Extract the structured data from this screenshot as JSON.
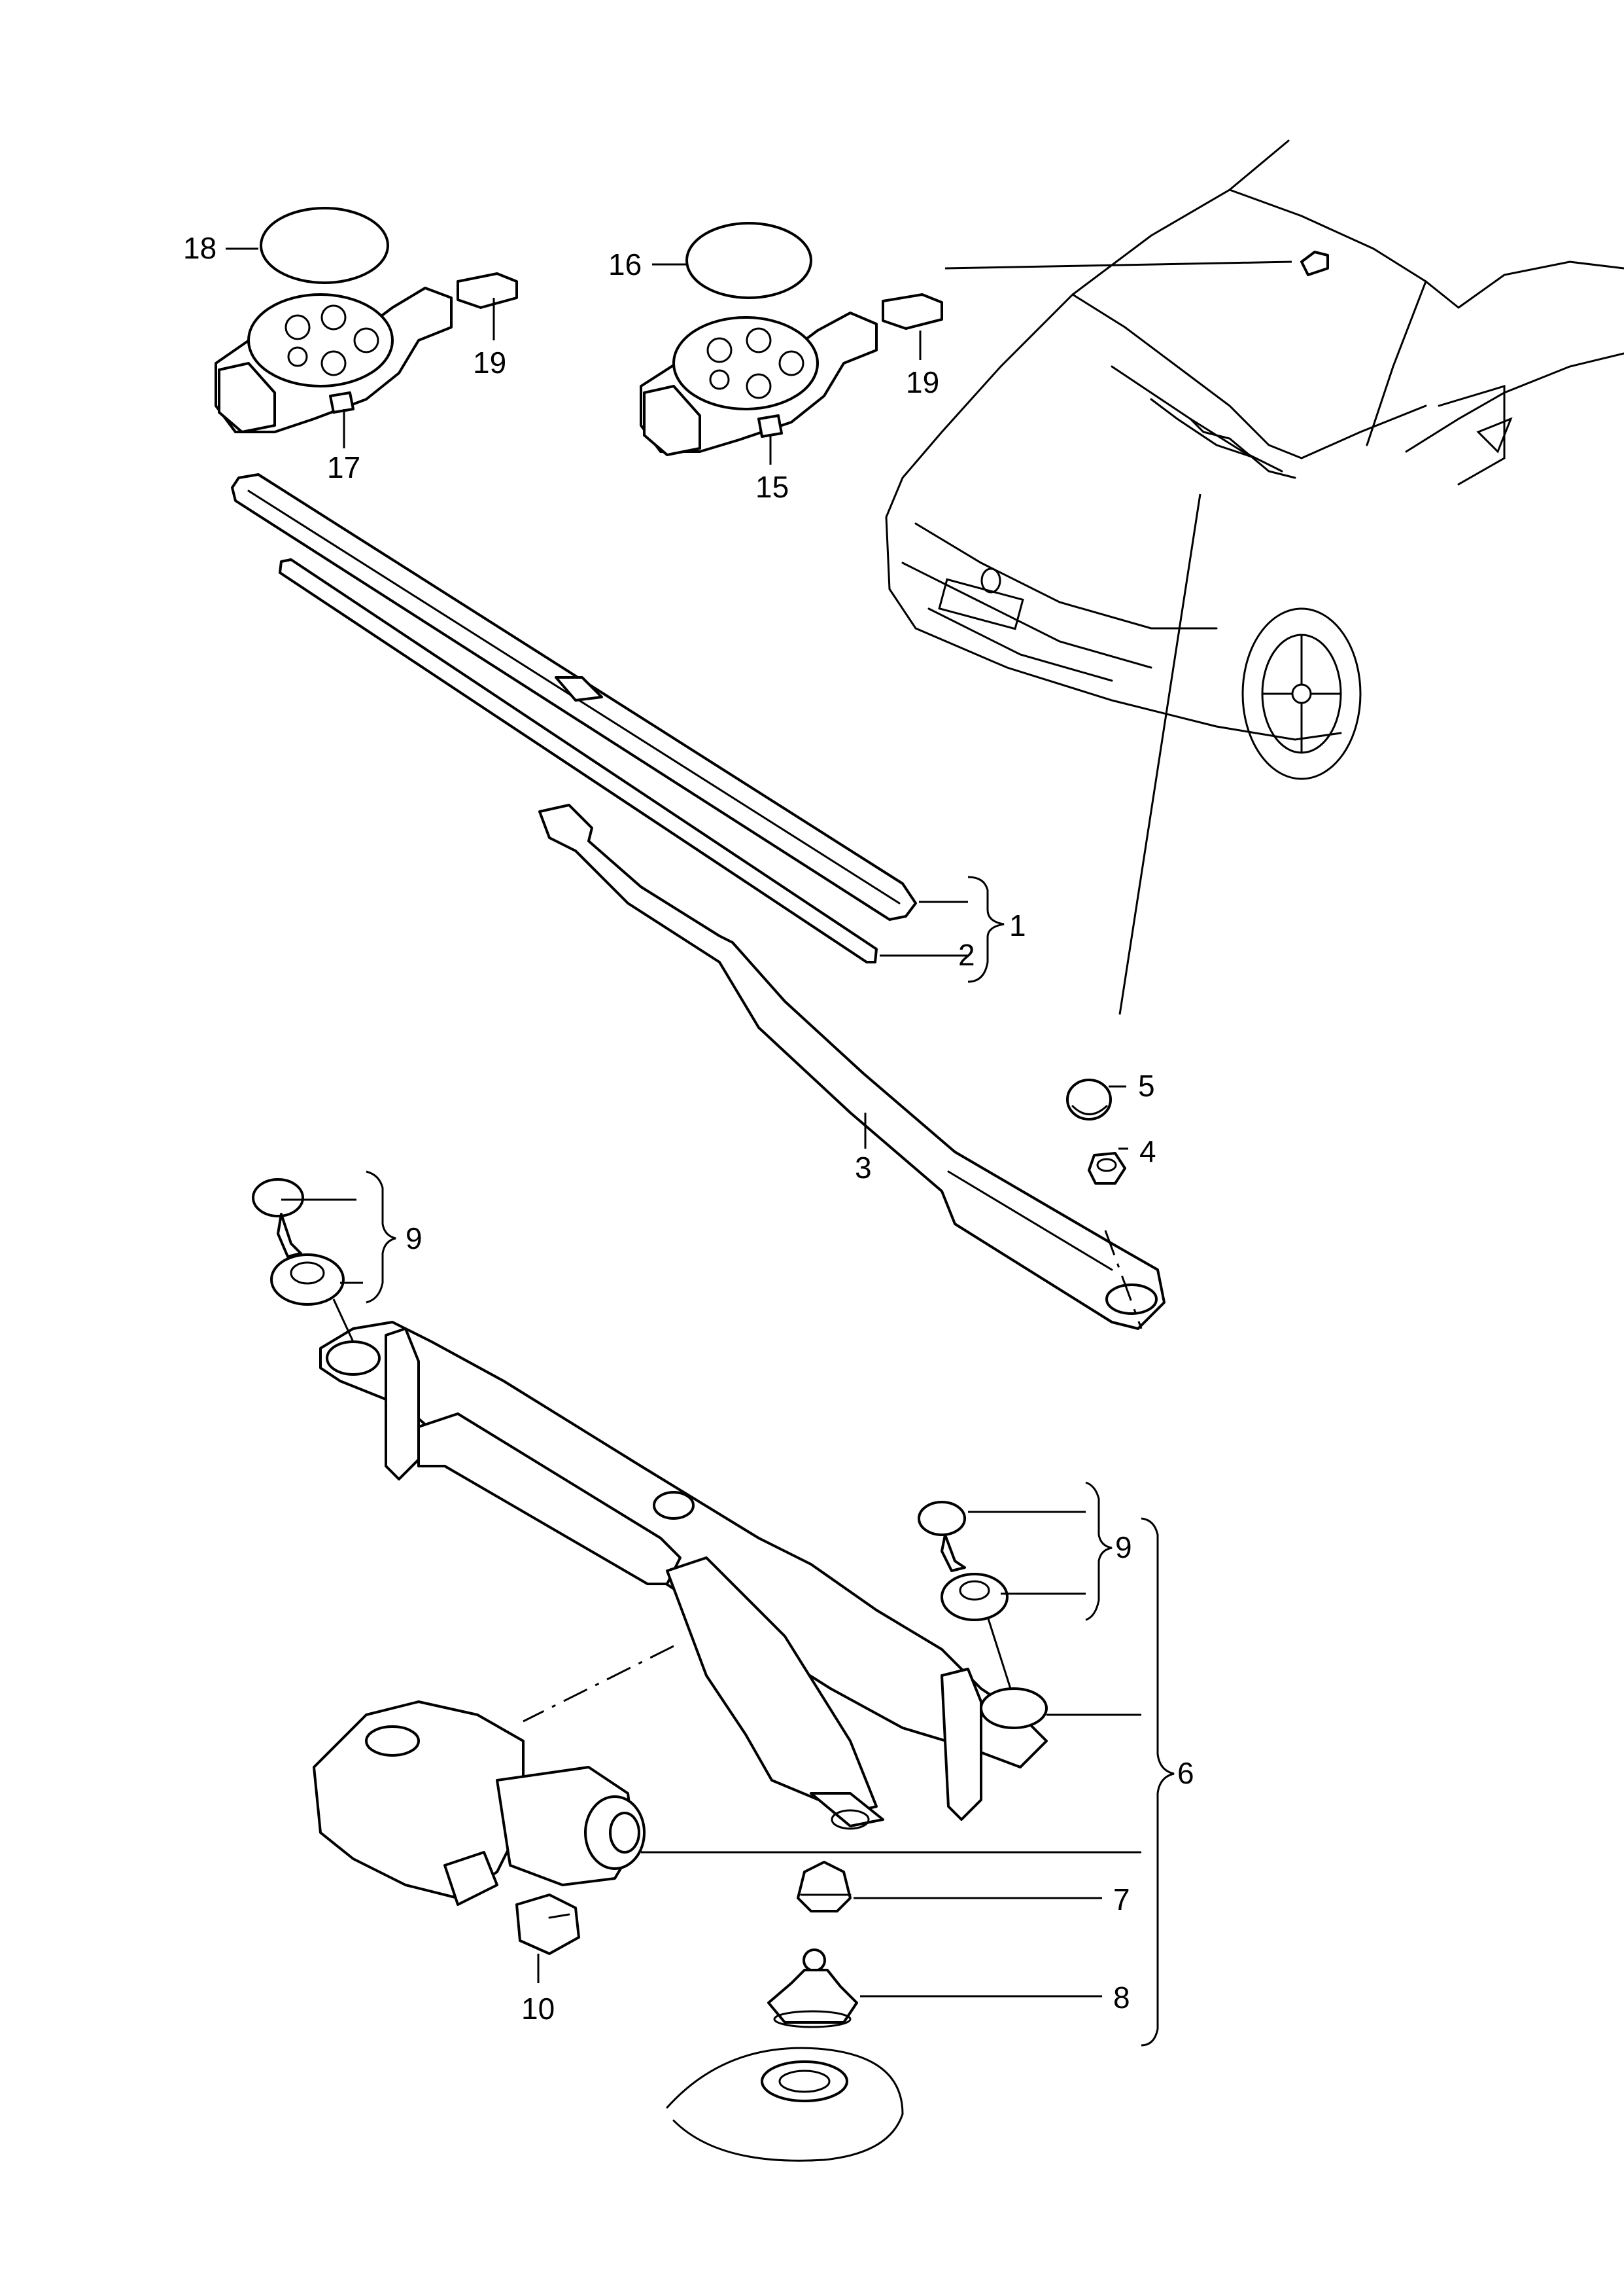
{
  "callouts": {
    "c1": "1",
    "c2": "2",
    "c3": "3",
    "c4": "4",
    "c5": "5",
    "c6": "6",
    "c7": "7",
    "c8": "8",
    "c9a": "9",
    "c9b": "9",
    "c10": "10",
    "c15": "15",
    "c16": "16",
    "c17": "17",
    "c18": "18",
    "c19a": "19",
    "c19b": "19"
  }
}
